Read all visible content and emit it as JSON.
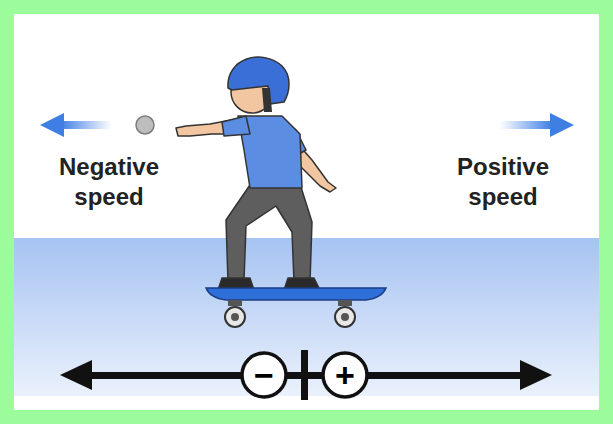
{
  "diagram": {
    "nodes": [
      {
        "text": [
          "−"
        ]
      },
      {
        "text": [
          "+"
        ]
      }
    ],
    "labels": [
      "Negative speed",
      "Positive speed"
    ]
  }
}
